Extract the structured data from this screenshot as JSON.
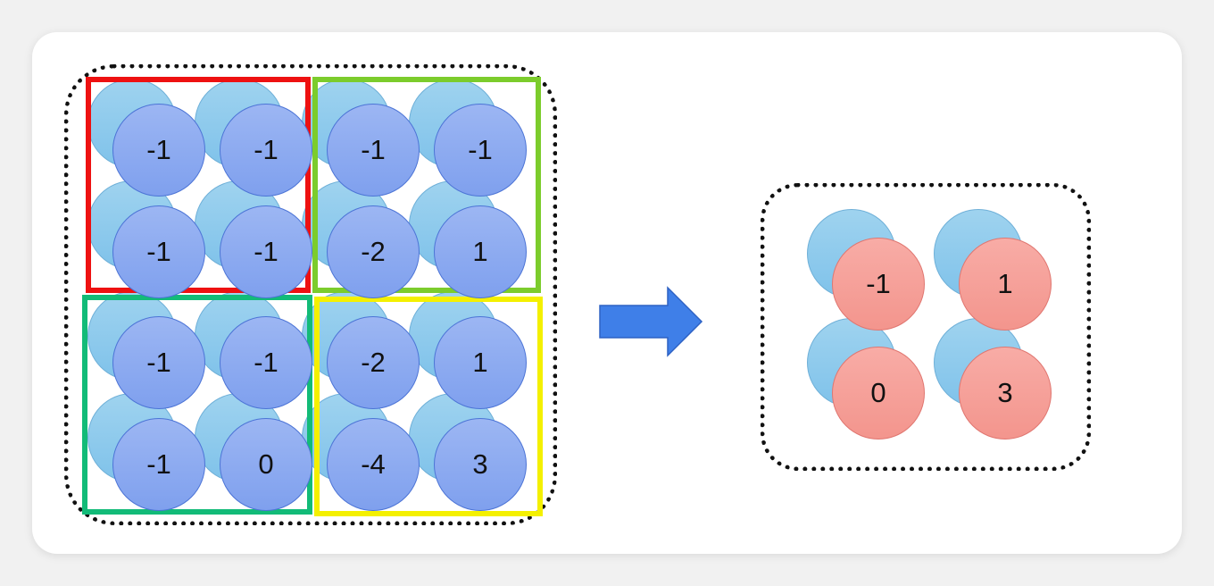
{
  "input_grid": {
    "values": [
      [
        "-1",
        "-1",
        "-1",
        "-1"
      ],
      [
        "-1",
        "-1",
        "-2",
        "1"
      ],
      [
        "-1",
        "-1",
        "-2",
        "1"
      ],
      [
        "-1",
        "0",
        "-4",
        "3"
      ]
    ]
  },
  "regions": [
    {
      "name": "top-left",
      "color": "#ee1111"
    },
    {
      "name": "top-right",
      "color": "#7ccc2c"
    },
    {
      "name": "bottom-left",
      "color": "#12bb78"
    },
    {
      "name": "bottom-right",
      "color": "#f4f000"
    }
  ],
  "arrow": {
    "color": "#3f7fe8",
    "icon": "right-arrow-icon"
  },
  "pooled_grid": {
    "values": [
      [
        "-1",
        "1"
      ],
      [
        "0",
        "3"
      ]
    ]
  },
  "colors": {
    "input_node": "#8aaaf0",
    "shadow_node": "#8ecbee",
    "pooled_node": "#f6a19a"
  }
}
